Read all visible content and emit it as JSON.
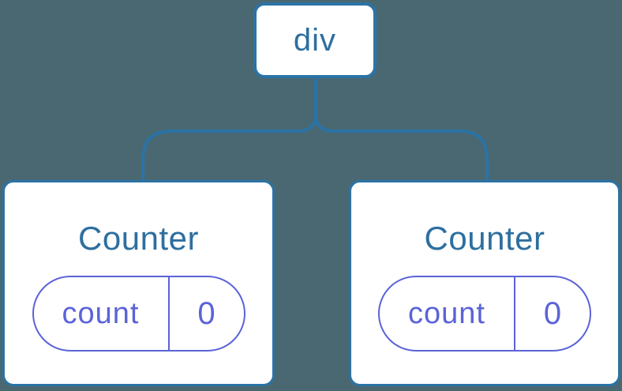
{
  "colors": {
    "background": "#4a6872",
    "line-blue": "#2b73a6",
    "text-blue": "#2d6f9f",
    "state-purple": "#5b63d8",
    "card-bg": "#ffffff"
  },
  "diagram": {
    "description": "React component tree: div root with two Counter children, each with independent count state",
    "root": {
      "label": "div"
    },
    "children": [
      {
        "title": "Counter",
        "state": {
          "key": "count",
          "value": "0"
        }
      },
      {
        "title": "Counter",
        "state": {
          "key": "count",
          "value": "0"
        }
      }
    ]
  }
}
